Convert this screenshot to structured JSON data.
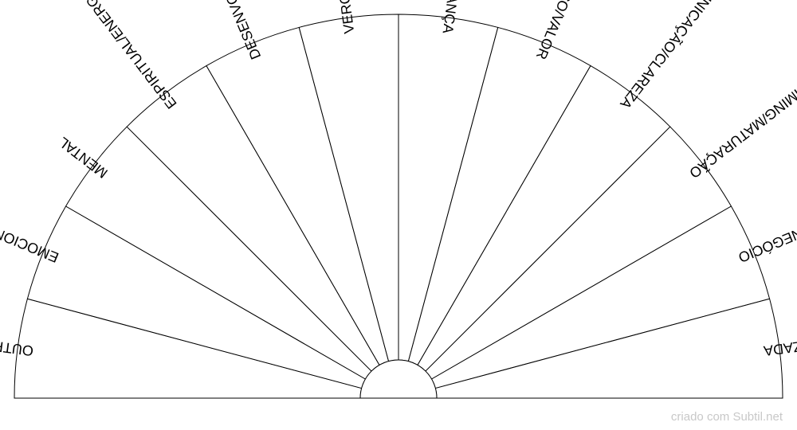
{
  "diagram": {
    "type": "semicircle-pendulum-chart",
    "sectors": [
      "OUTRO",
      "EMOCIONAL",
      "MENTAL",
      "ESPIRITUAL/ENERGÉTICO",
      "DESENVOLVIMENTO DO NEGÓCIO",
      "VERGONHA/ORGULHO",
      "MEDO/DESCONFIANÇA",
      "PREÇO/VALOR",
      "COMUNICAÇÃO/CLAREZA",
      "TIMING/MATURAÇÃO",
      "MUDANÇA DE NEGÓCIO",
      "SESSÃO FINALIZADA"
    ],
    "line_color": "#000000",
    "fill_color": "#ffffff"
  },
  "footer": {
    "watermark": "criado com Subtil.net"
  }
}
